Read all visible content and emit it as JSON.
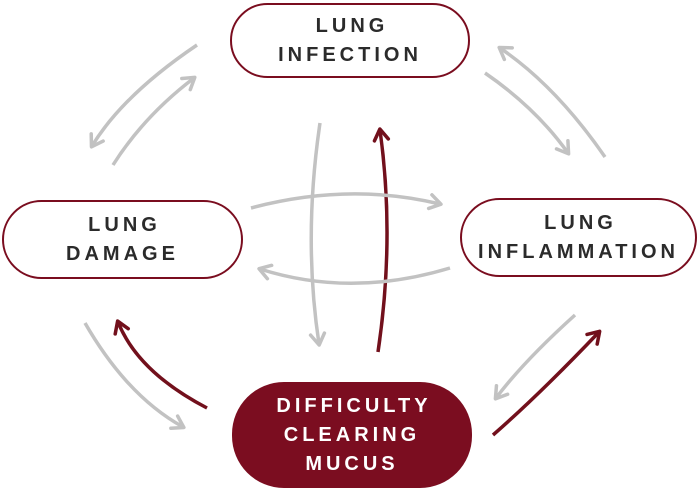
{
  "diagram": {
    "colors": {
      "node_border": "#7a0d1f",
      "node_fill": "#ffffff",
      "node_text": "#2b2b2b",
      "highlight_fill": "#7b0d20",
      "highlight_text": "#ffffff",
      "arrow_gray": "#c2c2c2",
      "arrow_red": "#72101c"
    },
    "nodes": [
      {
        "id": "lung-infection",
        "label": "LUNG\nINFECTION",
        "style": "outline"
      },
      {
        "id": "lung-damage",
        "label": "LUNG\nDAMAGE",
        "style": "outline"
      },
      {
        "id": "lung-inflammation",
        "label": "LUNG\nINFLAMMATION",
        "style": "outline"
      },
      {
        "id": "difficulty-clearing-mucus",
        "label": "DIFFICULTY\nCLEARING\nMUCUS",
        "style": "filled"
      }
    ],
    "edges": [
      {
        "from": "lung-damage",
        "to": "lung-infection",
        "color": "gray"
      },
      {
        "from": "lung-infection",
        "to": "lung-damage",
        "color": "gray"
      },
      {
        "from": "lung-infection",
        "to": "lung-inflammation",
        "color": "gray"
      },
      {
        "from": "lung-inflammation",
        "to": "lung-infection",
        "color": "gray"
      },
      {
        "from": "lung-inflammation",
        "to": "difficulty-clearing-mucus",
        "color": "gray"
      },
      {
        "from": "lung-damage",
        "to": "difficulty-clearing-mucus",
        "color": "gray"
      },
      {
        "from": "lung-infection",
        "to": "difficulty-clearing-mucus",
        "color": "gray"
      },
      {
        "from": "lung-damage",
        "to": "lung-inflammation",
        "color": "gray"
      },
      {
        "from": "lung-inflammation",
        "to": "lung-damage",
        "color": "gray"
      },
      {
        "from": "difficulty-clearing-mucus",
        "to": "lung-infection",
        "color": "red"
      },
      {
        "from": "difficulty-clearing-mucus",
        "to": "lung-inflammation",
        "color": "red"
      },
      {
        "from": "difficulty-clearing-mucus",
        "to": "lung-damage",
        "color": "red"
      }
    ]
  }
}
